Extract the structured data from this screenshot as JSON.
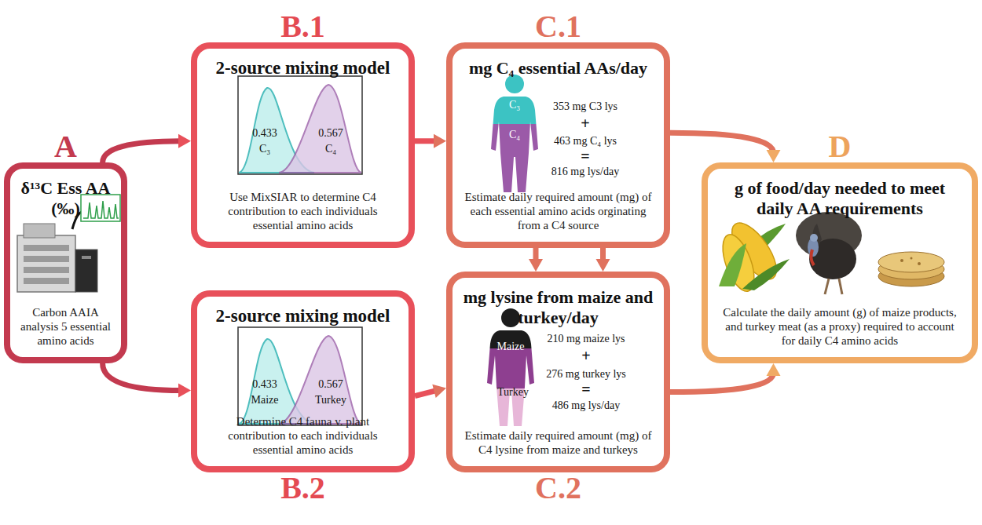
{
  "diagram": {
    "nodes": [
      {
        "text": [
          "A",
          "δ¹³C Ess AA (‰)",
          "Carbon AAIA analysis 5 essential amino acids"
        ]
      },
      {
        "text": [
          "B.1",
          "2-source mixing model",
          "Use MixSIAR to determine C4 contribution to each individuals essential amino acids"
        ]
      },
      {
        "text": [
          "B.2",
          "2-source mixing model",
          "Determine C4 fauna v. plant contribution to each individuals essential amino acids"
        ]
      },
      {
        "text": [
          "C.1",
          "mg C₄ essential AAs/day",
          "Estimate daily required amount (mg) of each essential amino acids orginating from a C4 source"
        ]
      },
      {
        "text": [
          "C.2",
          "mg lysine from maize and turkey/day",
          "Estimate daily required amount (mg) of C4 lysine from maize and turkeys"
        ]
      },
      {
        "text": [
          "D",
          "g of food/day needed to meet daily AA requirements",
          "Calculate the daily amount (g) of maize products, and turkey meat (as a proxy) required to account for daily C4 amino acids"
        ]
      }
    ],
    "edges": [
      {
        "from": 0,
        "to": 1,
        "arrow": "to"
      },
      {
        "from": 0,
        "to": 2,
        "arrow": "to"
      },
      {
        "from": 1,
        "to": 3,
        "arrow": "to"
      },
      {
        "from": 2,
        "to": 4,
        "arrow": "to"
      },
      {
        "from": 3,
        "to": 4,
        "arrow": "to"
      },
      {
        "from": 3,
        "to": 4,
        "arrow": "to"
      },
      {
        "from": 3,
        "to": 5,
        "arrow": "to"
      },
      {
        "from": 4,
        "to": 5,
        "arrow": "to"
      }
    ],
    "labels": [
      "0.433",
      "C₃",
      "0.567",
      "C₄",
      "0.433",
      "Maize",
      "0.567",
      "Turkey",
      "C₃",
      "C₄",
      "353 mg C3 lys",
      "+",
      "463 mg C₄ lys",
      "=",
      "816 mg lys/day",
      "Maize",
      "Turkey",
      "210 mg maize lys",
      "+",
      "276 mg turkey lys",
      "=",
      "486 mg lys/day"
    ]
  }
}
